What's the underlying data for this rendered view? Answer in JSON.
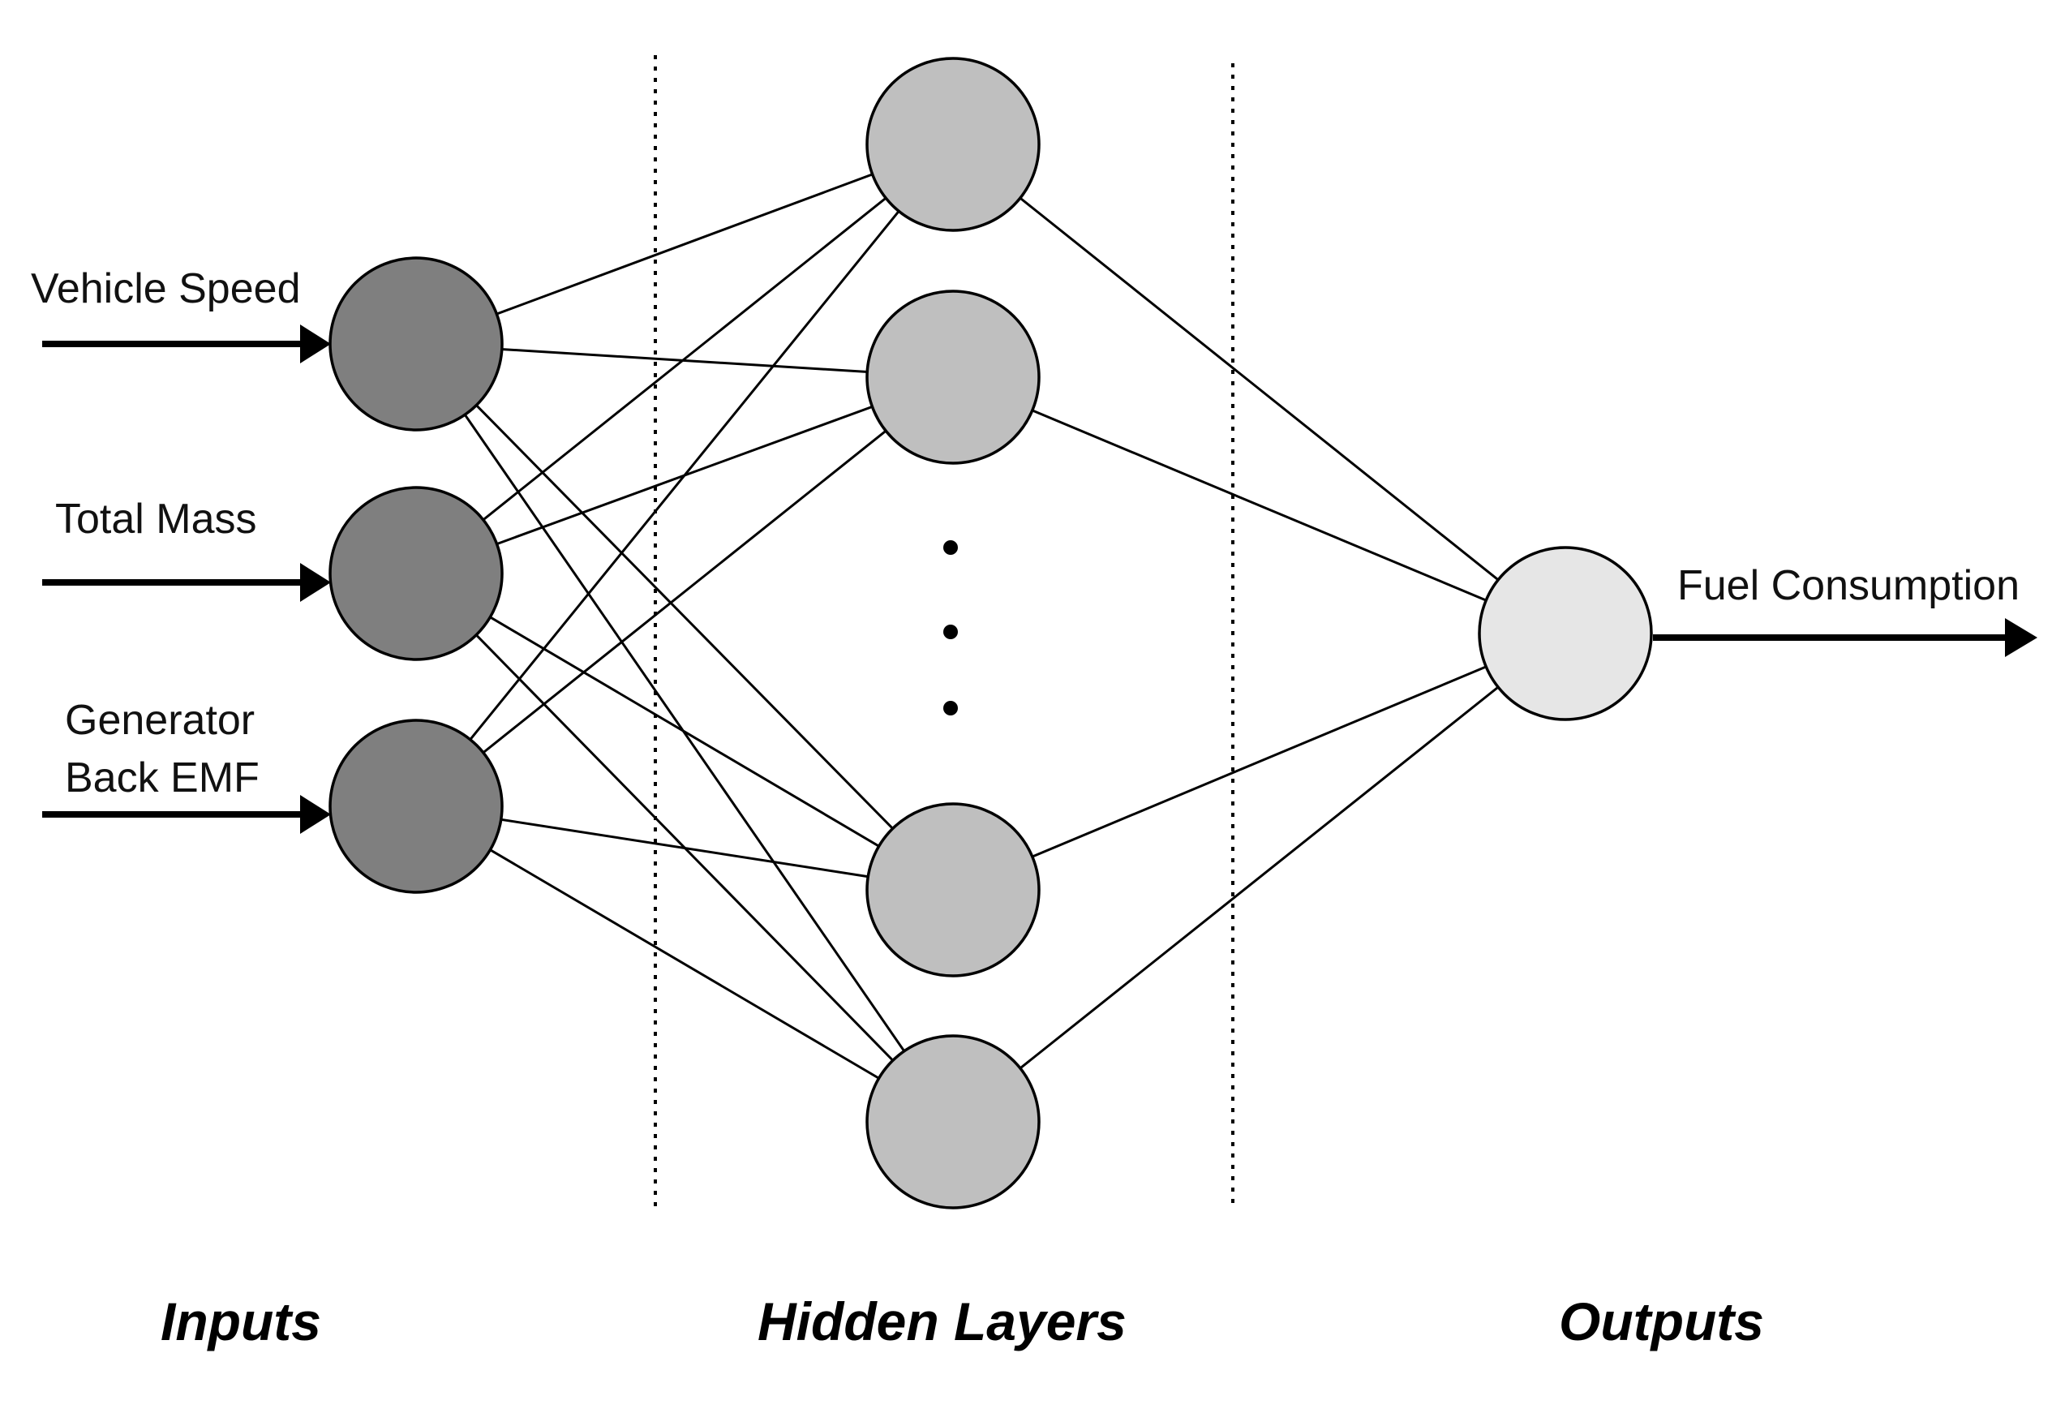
{
  "inputs": [
    {
      "label_lines": [
        "Vehicle Speed"
      ]
    },
    {
      "label_lines": [
        "Total Mass"
      ]
    },
    {
      "label_lines": [
        "Generator",
        "Back EMF"
      ]
    }
  ],
  "output": {
    "label": "Fuel Consumption"
  },
  "sections": {
    "inputs": "Inputs",
    "hidden": "Hidden Layers",
    "outputs": "Outputs"
  },
  "colors": {
    "input_node": "#7f7f7f",
    "hidden_node": "#bfbfbf",
    "output_node": "#e6e6e6",
    "line": "#000000"
  }
}
